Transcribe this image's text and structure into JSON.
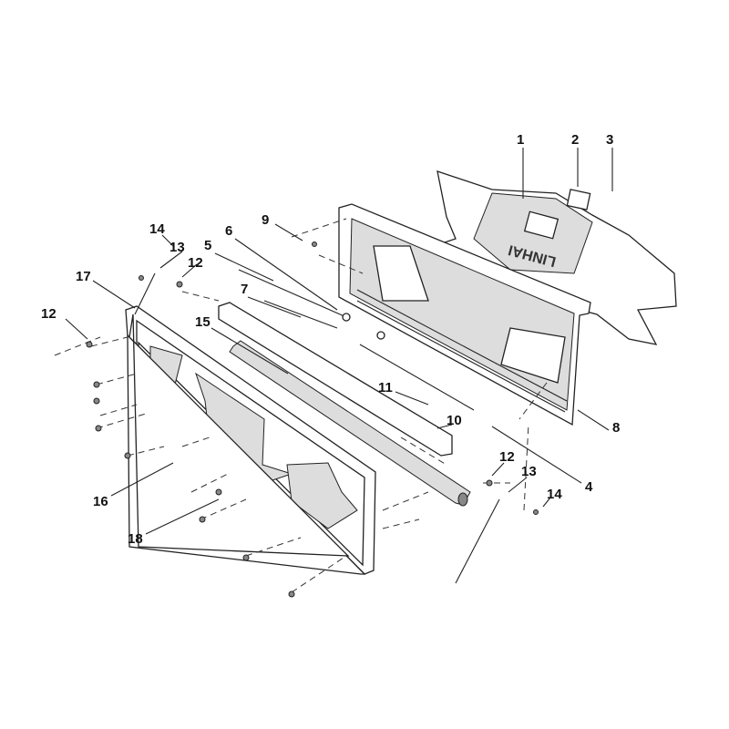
{
  "diagram": {
    "title": "Tailgate assembly exploded view",
    "logo_text": "LINHAI",
    "callouts": [
      {
        "label": "1"
      },
      {
        "label": "2"
      },
      {
        "label": "3"
      },
      {
        "label": "9"
      },
      {
        "label": "6"
      },
      {
        "label": "14"
      },
      {
        "label": "13"
      },
      {
        "label": "5"
      },
      {
        "label": "12"
      },
      {
        "label": "17"
      },
      {
        "label": "7"
      },
      {
        "label": "12"
      },
      {
        "label": "15"
      },
      {
        "label": "11"
      },
      {
        "label": "10"
      },
      {
        "label": "8"
      },
      {
        "label": "4"
      },
      {
        "label": "12"
      },
      {
        "label": "13"
      },
      {
        "label": "14"
      },
      {
        "label": "16"
      },
      {
        "label": "18"
      }
    ]
  }
}
